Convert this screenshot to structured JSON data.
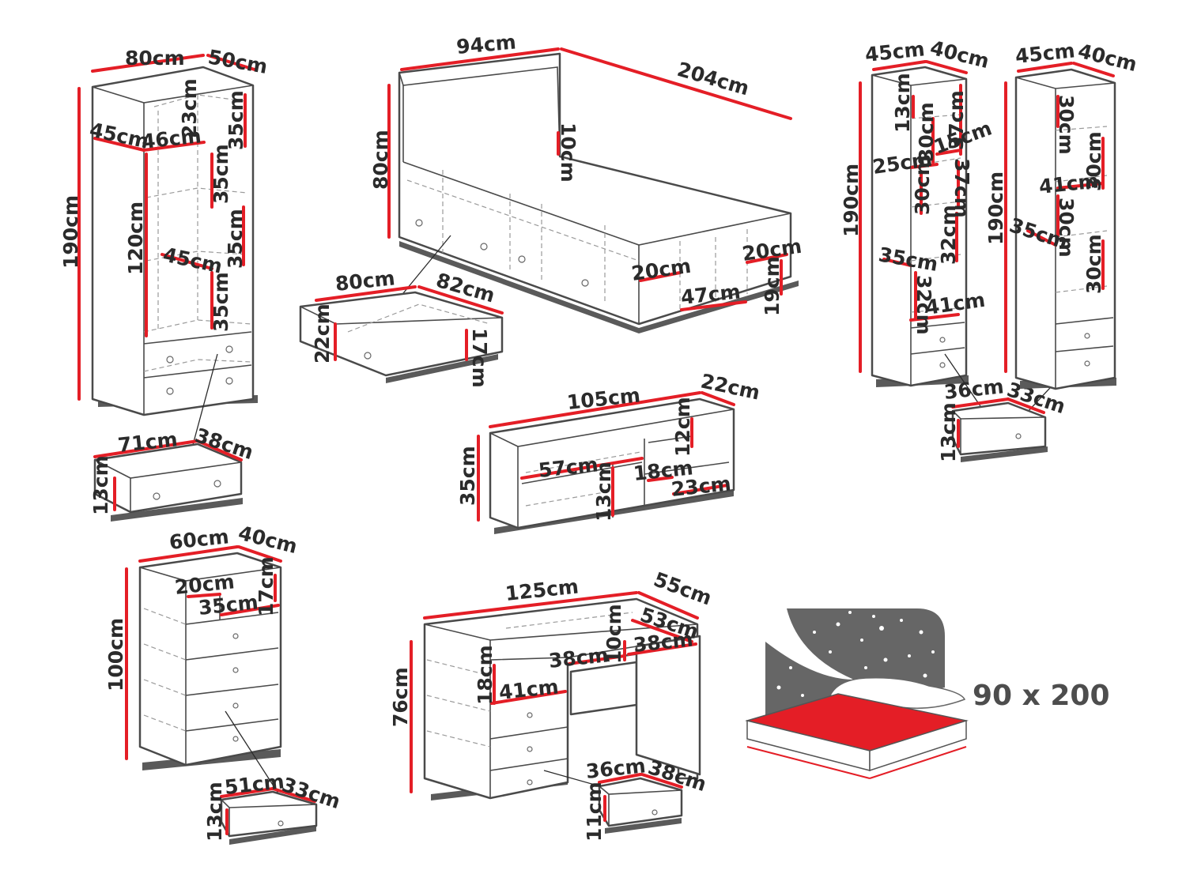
{
  "labels": {
    "wardrobe": {
      "width": "80cm",
      "depth": "50cm",
      "height": "190cm",
      "rail": "120cm",
      "shelf_w1": "45cm",
      "shelf_w2": "46cm",
      "shelf_w3": "45cm",
      "gap_top": "23cm",
      "gap1": "35cm",
      "gap2": "35cm",
      "gap3": "35cm",
      "gap4": "35cm",
      "drawer_w": "71cm",
      "drawer_d": "38cm",
      "drawer_h": "13cm"
    },
    "bed": {
      "width": "94cm",
      "length": "204cm",
      "headboard": "80cm",
      "frame": "10cm",
      "side_w": "20cm",
      "side_w2": "20cm",
      "cubby_w": "47cm",
      "cubby_h": "19cm",
      "drawer_w": "80cm",
      "drawer_d": "82cm",
      "drawer_h": "22cm",
      "drawer_inner": "17cm"
    },
    "bookcase_a": {
      "width": "45cm",
      "depth": "40cm",
      "height": "190cm",
      "g13": "13cm",
      "g37a": "37cm",
      "g30a": "30cm",
      "g15": "15cm",
      "g25": "25cm",
      "g37b": "37cm",
      "g30b": "30cm",
      "g35": "35cm",
      "g32a": "32cm",
      "g32b": "32cm",
      "g41": "41cm",
      "drawer_w": "36cm",
      "drawer_d": "33cm",
      "drawer_h": "13cm"
    },
    "bookcase_b": {
      "width": "45cm",
      "depth": "40cm",
      "height": "190cm",
      "g30a": "30cm",
      "g30b": "30cm",
      "g41": "41cm",
      "g30c": "30cm",
      "g35": "35cm",
      "g30d": "30cm"
    },
    "shelf": {
      "width": "105cm",
      "depth": "22cm",
      "height": "35cm",
      "g57": "57cm",
      "g12": "12cm",
      "g18": "18cm",
      "g23": "23cm",
      "g13": "13cm"
    },
    "dresser": {
      "width": "60cm",
      "depth": "40cm",
      "height": "100cm",
      "g20": "20cm",
      "g35": "35cm",
      "g17": "17cm",
      "drawer_w": "51cm",
      "drawer_d": "33cm",
      "drawer_h": "13cm"
    },
    "desk": {
      "width": "125cm",
      "depth": "55cm",
      "height": "76cm",
      "g53": "53cm",
      "g38a": "38cm",
      "g10": "10cm",
      "g38b": "38cm",
      "g18": "18cm",
      "g41": "41cm",
      "drawer_w": "36cm",
      "drawer_d": "38cm",
      "drawer_h": "11cm"
    },
    "mattress": {
      "size": "90 x 200"
    }
  },
  "colors": {
    "accent": "#e41e26",
    "outline": "#4a4a4a",
    "text": "#2b2b2b"
  }
}
